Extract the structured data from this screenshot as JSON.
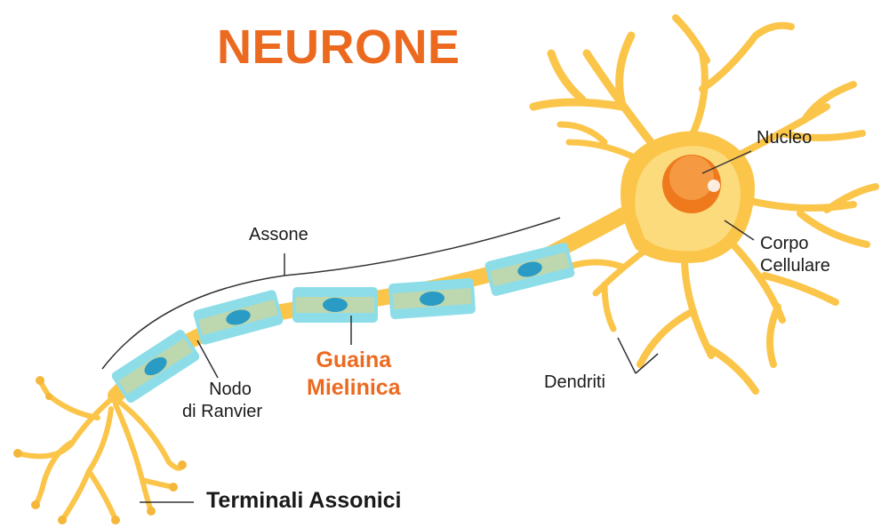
{
  "title": "NEURONE",
  "labels": {
    "nucleo": "Nucleo",
    "corpo_line1": "Corpo",
    "corpo_line2": "Cellulare",
    "assone": "Assone",
    "dendriti": "Dendriti",
    "nodo_line1": "Nodo",
    "nodo_line2": "di Ranvier",
    "guaina_line1": "Guaina",
    "guaina_line2": "Mielinica",
    "terminali": "Terminali Assonici"
  },
  "colors": {
    "title": "#ec6a1f",
    "neuron_body": "#fbc54a",
    "neuron_light": "#fde9a0",
    "myelin": "#8ddde9",
    "myelin_inner": "#c9d6a0",
    "schwann_nucleus": "#2a9bc4",
    "nucleus": "#ee7a1d",
    "label_text": "#1a1a1a",
    "pointer_line": "#333333"
  }
}
